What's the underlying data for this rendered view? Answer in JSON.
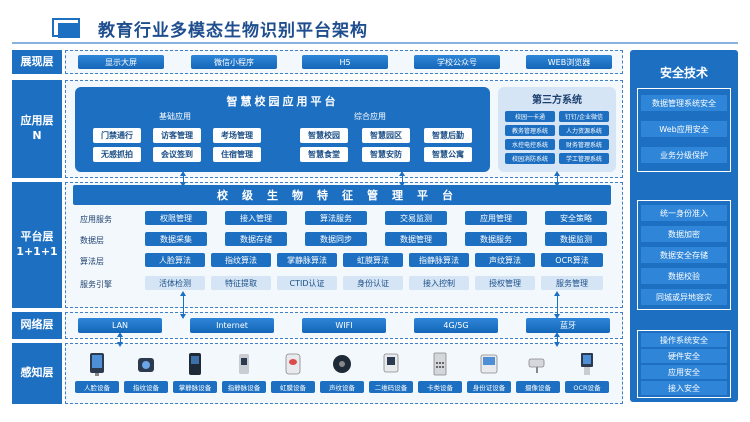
{
  "title": "教育行业多模态生物识别平台架构",
  "layers": {
    "presentation": "展现层",
    "application": "应用层\nN",
    "platform": "平台层\n1+1+1",
    "network": "网络层",
    "perception": "感知层"
  },
  "presentation_items": [
    "显示大屏",
    "微信小程序",
    "H5",
    "学校公众号",
    "WEB浏览器"
  ],
  "smart_campus": {
    "title": "智慧校园应用平台",
    "basic_title": "基础应用",
    "basic_items": [
      "门禁通行",
      "访客管理",
      "考场管理",
      "无感抓拍",
      "会议签到",
      "住宿管理"
    ],
    "comprehensive_title": "综合应用",
    "comprehensive_items": [
      "智慧校园",
      "智慧园区",
      "智慧后勤",
      "智慧食堂",
      "智慧安防",
      "智慧公寓"
    ]
  },
  "third_party": {
    "title": "第三方系统",
    "items": [
      "校园一卡通",
      "钉钉/企业微信",
      "教务管理系统",
      "人力资源系统",
      "水控电控系统",
      "财务管理系统",
      "校园消防系统",
      "学工管理系统"
    ]
  },
  "platform": {
    "title": "校级生物特征管理平台",
    "rows": [
      {
        "label": "应用服务",
        "items": [
          "权限管理",
          "接入管理",
          "算法服务",
          "交易监测",
          "应用管理",
          "安全策略"
        ]
      },
      {
        "label": "数据层",
        "items": [
          "数据采集",
          "数据存储",
          "数据同步",
          "数据管理",
          "数据服务",
          "数据监测"
        ]
      },
      {
        "label": "算法层",
        "items": [
          "人脸算法",
          "指纹算法",
          "掌静脉算法",
          "虹膜算法",
          "指静脉算法",
          "声纹算法",
          "OCR算法"
        ]
      },
      {
        "label": "服务引擎",
        "items": [
          "活体检测",
          "特征提取",
          "CTID认证",
          "身份认证",
          "接入控制",
          "授权管理",
          "服务管理"
        ]
      }
    ]
  },
  "network_items": [
    "LAN",
    "Internet",
    "WIFI",
    "4G/5G",
    "蓝牙"
  ],
  "devices": [
    "人脸设备",
    "指纹设备",
    "掌静脉设备",
    "指静脉设备",
    "虹膜设备",
    "声纹设备",
    "二维码设备",
    "卡类设备",
    "身份证设备",
    "摄像设备",
    "OCR设备"
  ],
  "security": {
    "title": "安全技术",
    "group1": [
      "数据管理系统安全",
      "Web应用安全",
      "业务分级保护"
    ],
    "group2": [
      "统一身份准入",
      "数据加密",
      "数据安全存储",
      "数据校验",
      "同城或异地容灾"
    ],
    "group3": [
      "操作系统安全",
      "硬件安全",
      "应用安全",
      "接入安全"
    ]
  },
  "colors": {
    "primary": "#1c6fc1",
    "light": "#d5e5f6",
    "title": "#1f4e8f"
  }
}
